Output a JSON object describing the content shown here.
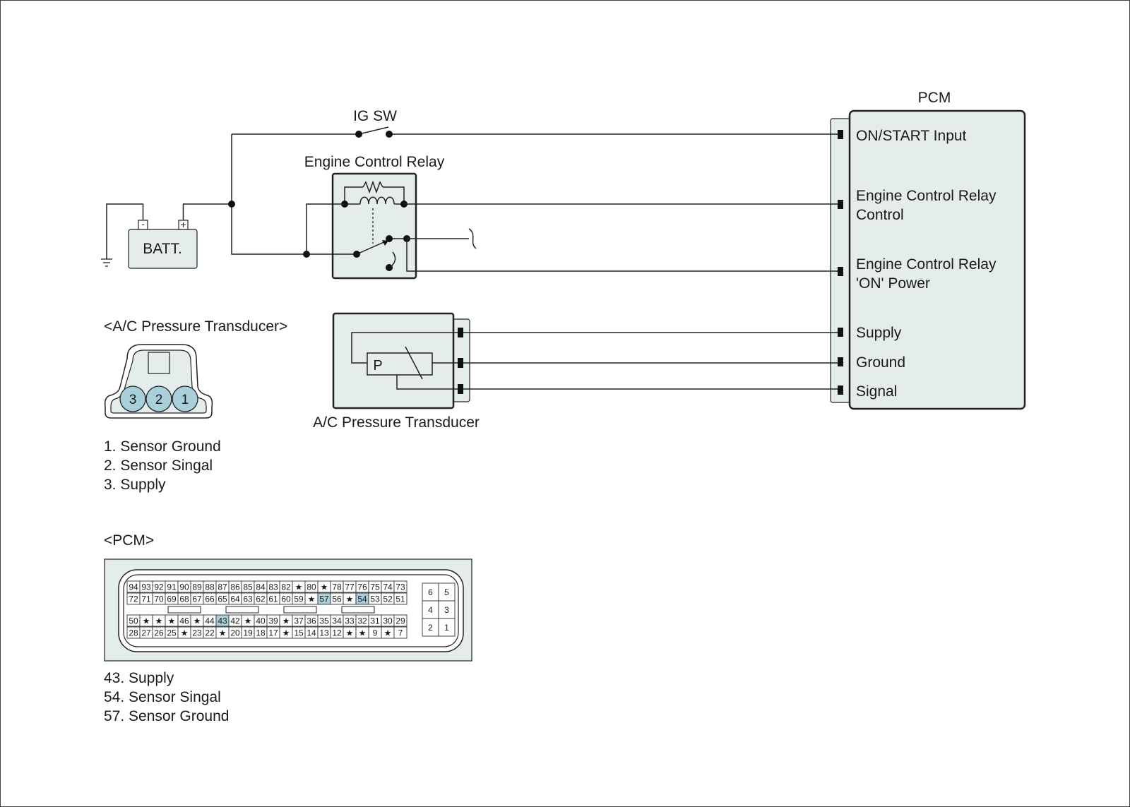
{
  "wiring": {
    "ig_sw_label": "IG SW",
    "relay_label": "Engine Control Relay",
    "battery_label": "BATT.",
    "battery_neg": "-",
    "battery_pos": "+",
    "transducer_label": "A/C Pressure Transducer",
    "transducer_symbol": "P",
    "pcm_title": "PCM",
    "pcm_pins": {
      "on_start": "ON/START Input",
      "relay_control_1": "Engine Control Relay",
      "relay_control_2": "Control",
      "relay_power_1": "Engine Control Relay",
      "relay_power_2": "'ON' Power",
      "supply": "Supply",
      "ground": "Ground",
      "signal": "Signal"
    }
  },
  "transducer_connector": {
    "title": "<A/C Pressure Transducer>",
    "pins": [
      "3",
      "2",
      "1"
    ],
    "legend": [
      "1. Sensor Ground",
      "2. Sensor Singal",
      "3. Supply"
    ]
  },
  "pcm_connector": {
    "title": "<PCM>",
    "rows": [
      [
        "94",
        "93",
        "92",
        "91",
        "90",
        "89",
        "88",
        "87",
        "86",
        "85",
        "84",
        "83",
        "82",
        "★",
        "80",
        "★",
        "78",
        "77",
        "76",
        "75",
        "74",
        "73"
      ],
      [
        "72",
        "71",
        "70",
        "69",
        "68",
        "67",
        "66",
        "65",
        "64",
        "63",
        "62",
        "61",
        "60",
        "59",
        "★",
        "57",
        "56",
        "★",
        "54",
        "53",
        "52",
        "51"
      ],
      [
        "50",
        "★",
        "★",
        "★",
        "46",
        "★",
        "44",
        "43",
        "42",
        "★",
        "40",
        "39",
        "★",
        "37",
        "36",
        "35",
        "34",
        "33",
        "32",
        "31",
        "30",
        "29"
      ],
      [
        "28",
        "27",
        "26",
        "25",
        "★",
        "23",
        "22",
        "★",
        "20",
        "19",
        "18",
        "17",
        "★",
        "15",
        "14",
        "13",
        "12",
        "★",
        "★",
        "9",
        "★",
        "7"
      ]
    ],
    "highlighted": [
      "43",
      "54",
      "57"
    ],
    "small_grid": [
      [
        "6",
        "5"
      ],
      [
        "4",
        "3"
      ],
      [
        "2",
        "1"
      ]
    ],
    "legend": [
      "43. Supply",
      "54. Sensor Singal",
      "57. Sensor Ground"
    ],
    "highlight_color": "#a8cfda"
  },
  "colors": {
    "component_fill": "#e4ecec",
    "pin_highlight": "#a8cfda"
  }
}
